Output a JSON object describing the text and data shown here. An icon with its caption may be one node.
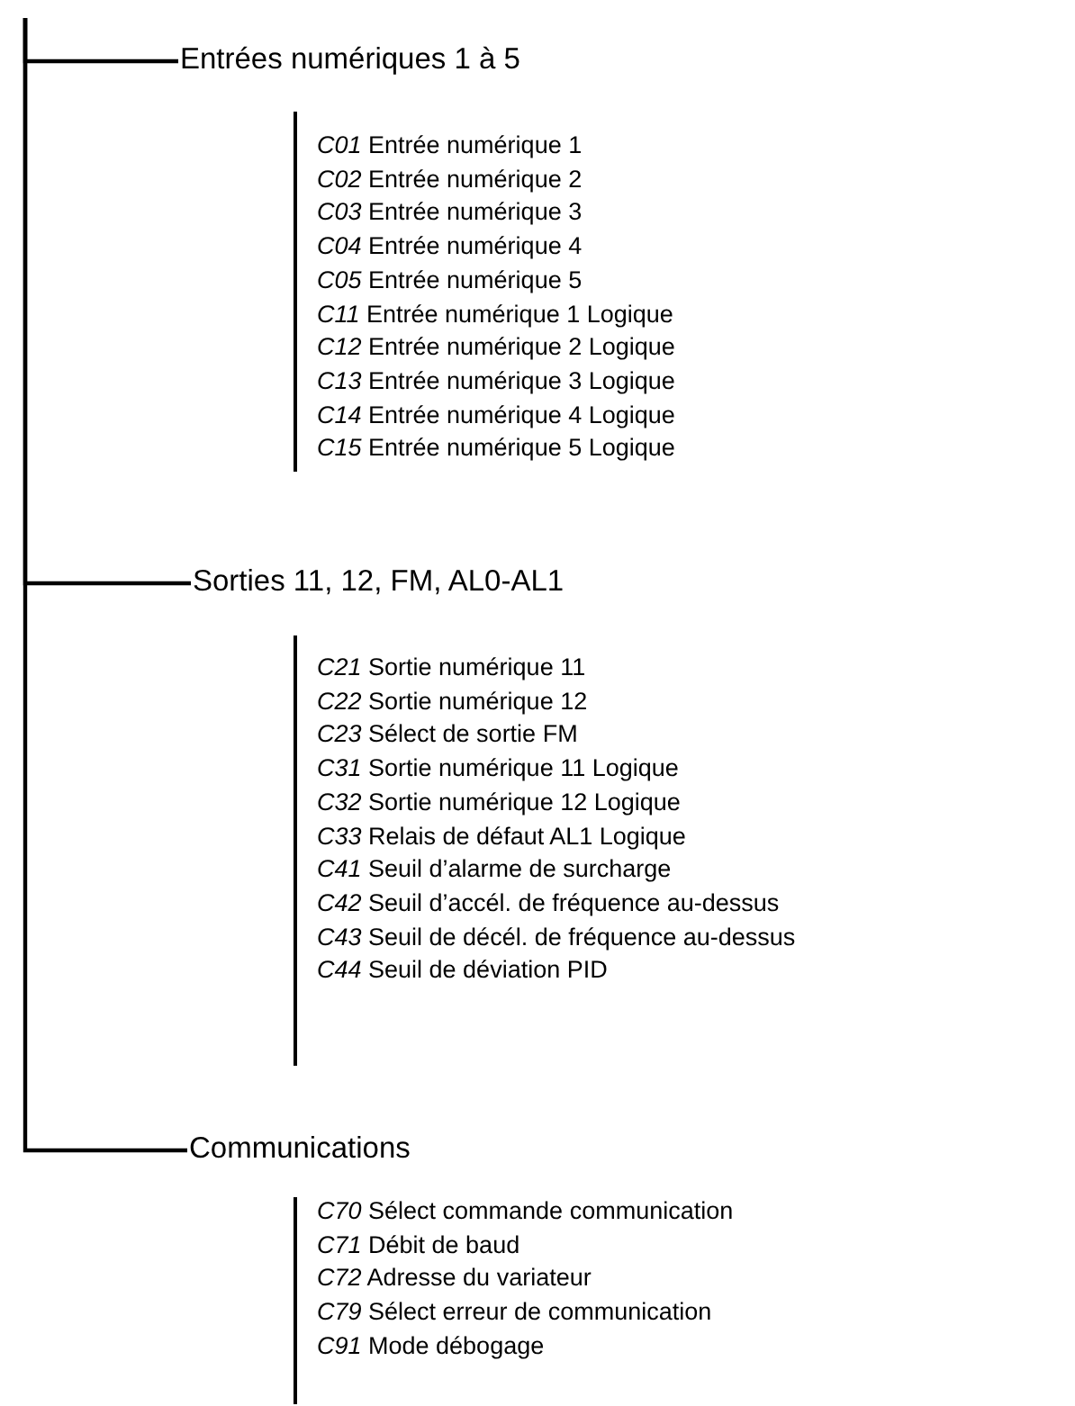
{
  "diagram": {
    "nodes": [
      {
        "text": [
          "Entrées numériques 1 à 5"
        ]
      },
      {
        "text": [
          "Sorties 11, 12, FM, AL0-AL1"
        ]
      },
      {
        "text": [
          "Communications"
        ]
      }
    ],
    "edges": [
      {
        "from": null,
        "to": 0,
        "arrow": "none"
      },
      {
        "from": null,
        "to": 1,
        "arrow": "none"
      },
      {
        "from": null,
        "to": 2,
        "arrow": "none"
      }
    ],
    "labels": [
      "*C01* Entrée numérique 1",
      "*C02* Entrée numérique 2",
      "*C03* Entrée numérique 3",
      "*C04* Entrée numérique 4",
      "*C05* Entrée numérique 5",
      "*C11* Entrée numérique 1 Logique",
      "*C12* Entrée numérique 2 Logique",
      "*C13* Entrée numérique 3 Logique",
      "*C14* Entrée numérique 4 Logique",
      "*C15* Entrée numérique 5 Logique",
      "*C21* Sortie numérique 11",
      "*C22* Sortie numérique 12",
      "*C23* Sélect de sortie FM",
      "*C31* Sortie numérique 11 Logique",
      "*C32* Sortie numérique 12 Logique",
      "*C33* Relais de défaut AL1 Logique",
      "*C41* Seuil d’alarme de surcharge",
      "*C42* Seuil d’accél. de fréquence au-dessus",
      "*C43* Seuil de décél. de fréquence au-dessus",
      "*C44* Seuil de déviation PID",
      "*C70* Sélect commande communication",
      "*C71* Débit de baud",
      "*C72* Adresse du variateur",
      "*C79* Sélect erreur de communication",
      "*C91* Mode débogage"
    ]
  }
}
